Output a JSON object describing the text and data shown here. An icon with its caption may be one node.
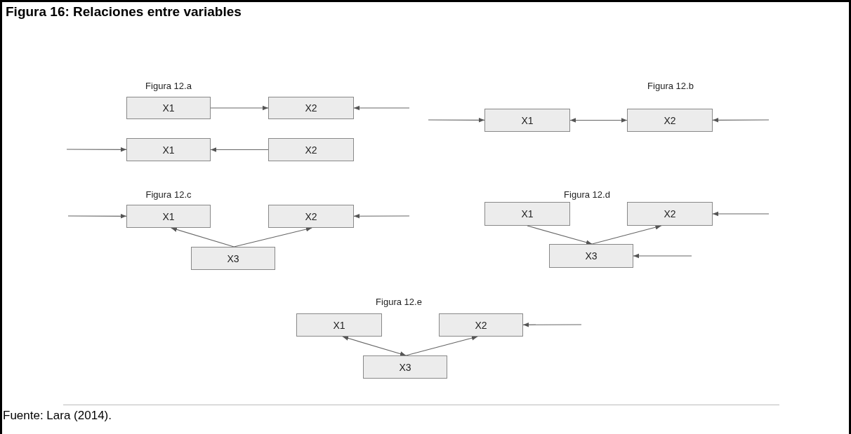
{
  "diagram": {
    "title": "Figura 16: Relaciones entre variables",
    "caption": "Fuente: Lara (2014).",
    "nodes": [
      {
        "text": [
          "X1"
        ]
      },
      {
        "text": [
          "X2"
        ]
      },
      {
        "text": [
          "X1"
        ]
      },
      {
        "text": [
          "X2"
        ]
      },
      {
        "text": [
          "X1"
        ]
      },
      {
        "text": [
          "X2"
        ]
      },
      {
        "text": [
          "X1"
        ]
      },
      {
        "text": [
          "X2"
        ]
      },
      {
        "text": [
          "X3"
        ]
      },
      {
        "text": [
          "X1"
        ]
      },
      {
        "text": [
          "X2"
        ]
      },
      {
        "text": [
          "X3"
        ]
      },
      {
        "text": [
          "X1"
        ]
      },
      {
        "text": [
          "X2"
        ]
      },
      {
        "text": [
          "X3"
        ]
      }
    ],
    "edges": [
      {
        "from": 0,
        "to": 1,
        "arrow": "to"
      },
      {
        "from": null,
        "to": 1,
        "arrow": "to"
      },
      {
        "from": null,
        "to": 2,
        "arrow": "to"
      },
      {
        "from": 3,
        "to": 2,
        "arrow": "to"
      },
      {
        "from": null,
        "to": 4,
        "arrow": "to"
      },
      {
        "from": 4,
        "to": 5,
        "arrow": "both"
      },
      {
        "from": null,
        "to": 5,
        "arrow": "to"
      },
      {
        "from": null,
        "to": 6,
        "arrow": "to"
      },
      {
        "from": null,
        "to": 7,
        "arrow": "to"
      },
      {
        "from": 8,
        "to": 6,
        "arrow": "to"
      },
      {
        "from": 8,
        "to": 7,
        "arrow": "to"
      },
      {
        "from": 9,
        "to": 11,
        "arrow": "to"
      },
      {
        "from": 11,
        "to": 10,
        "arrow": "to"
      },
      {
        "from": null,
        "to": 10,
        "arrow": "to"
      },
      {
        "from": null,
        "to": 11,
        "arrow": "to"
      },
      {
        "from": 12,
        "to": 14,
        "arrow": "both"
      },
      {
        "from": 14,
        "to": 13,
        "arrow": "to"
      },
      {
        "from": null,
        "to": 13,
        "arrow": "to"
      }
    ],
    "labels": [
      "Figura 12.a",
      "Figura 12.b",
      "Figura 12.c",
      "Figura 12.d",
      "Figura 12.e"
    ]
  }
}
